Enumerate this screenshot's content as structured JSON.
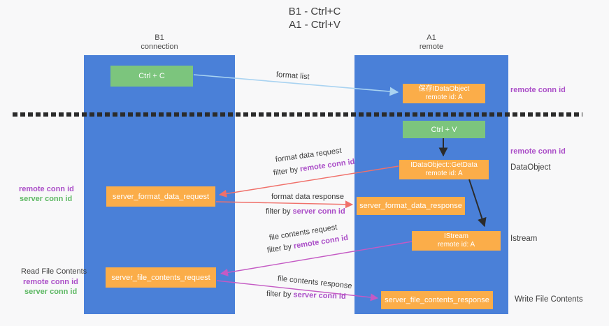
{
  "title": {
    "line1": "B1 - Ctrl+C",
    "line2": "A1 - Ctrl+V"
  },
  "columns": {
    "left": {
      "header_line1": "B1",
      "header_line2": "connection"
    },
    "right": {
      "header_line1": "A1",
      "header_line2": "remote"
    }
  },
  "boxes": {
    "ctrl_c": "Ctrl + C",
    "ctrl_v": "Ctrl + V",
    "save_idataobject": {
      "line1": "保存IDataObject",
      "line2": "remote id: A"
    },
    "getdata": {
      "line1": "IDataObject::GetData",
      "line2": "remote id: A"
    },
    "istream": {
      "line1": "IStream",
      "line2": "remote id: A"
    },
    "server_format_data_request": "server_format_data_request",
    "server_format_data_response": "server_format_data_response",
    "server_file_contents_request": "server_file_contents_request",
    "server_file_contents_response": "server_file_contents_response"
  },
  "annotations": {
    "format_list": "format list",
    "format_data_request": "format data request",
    "format_data_response": "format data response",
    "file_contents_request": "file contents request",
    "file_contents_response": "file contents response",
    "filter_by": "filter by ",
    "remote_conn_id": "remote conn id",
    "server_conn_id": "server conn id"
  },
  "side_labels": {
    "left_top": {
      "remote": "remote conn id",
      "server": "server conn id"
    },
    "left_bottom": {
      "title": "Read File Contents",
      "remote": "remote conn id",
      "server": "server conn id"
    },
    "right": {
      "remote_top": "remote conn id",
      "remote_mid": "remote conn id",
      "dataobject": "DataObject",
      "istream": "Istream",
      "write_file_contents": "Write File Contents"
    }
  },
  "colors": {
    "column_blue": "#4a80d8",
    "box_orange": "#fbad49",
    "box_green": "#7cc57d",
    "conn_id_purple": "#ab4fc8",
    "conn_id_green": "#5db863",
    "arrow_light_blue": "#a9d3f1",
    "arrow_salmon": "#f0706a",
    "arrow_magenta": "#c45ac4",
    "arrow_black": "#2b2b2b"
  }
}
